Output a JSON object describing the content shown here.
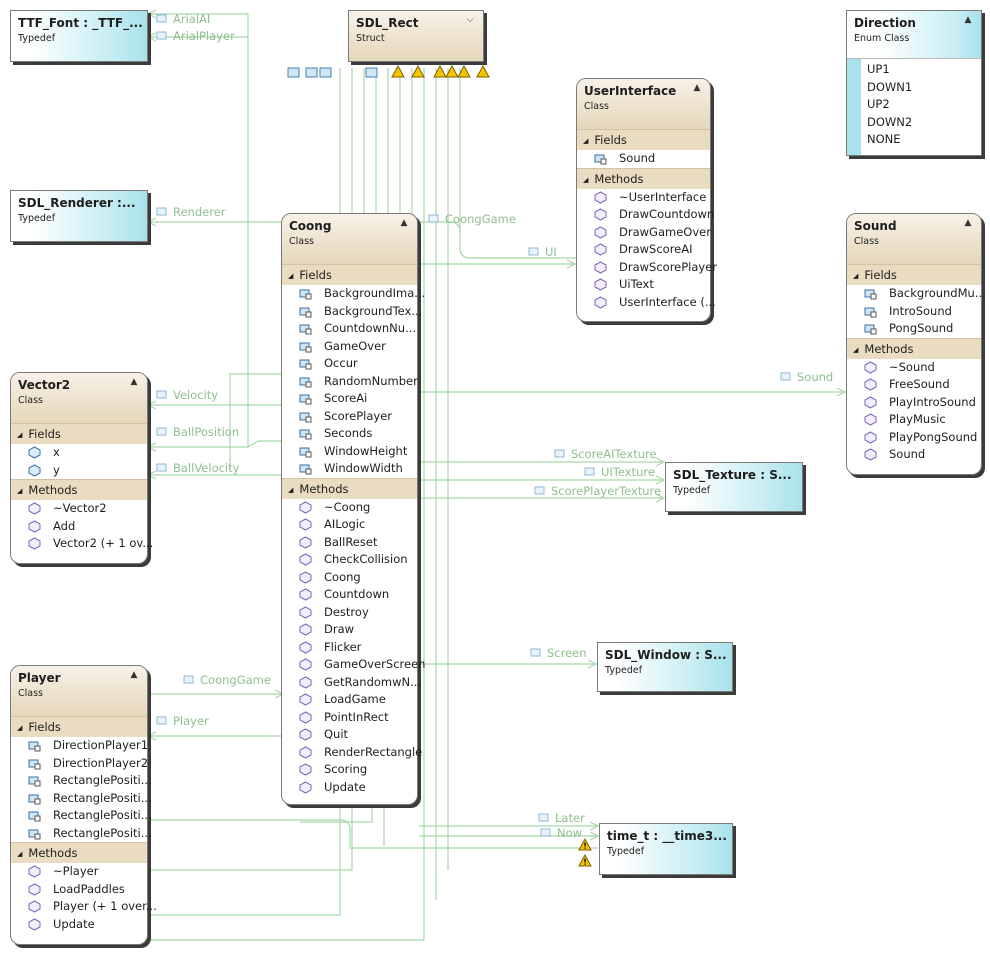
{
  "shapes": {
    "ttf_font": {
      "title": "TTF_Font : _TTF_...",
      "kind": "Typedef"
    },
    "sdl_rect": {
      "title": "SDL_Rect",
      "kind": "Struct"
    },
    "direction": {
      "title": "Direction",
      "kind": "Enum Class",
      "values": [
        "UP1",
        "DOWN1",
        "UP2",
        "DOWN2",
        "NONE"
      ]
    },
    "user_interface": {
      "title": "UserInterface",
      "kind": "Class",
      "fields_label": "Fields",
      "fields": [
        "Sound"
      ],
      "methods_label": "Methods",
      "methods": [
        "~UserInterface",
        "DrawCountdown",
        "DrawGameOver",
        "DrawScoreAI",
        "DrawScorePlayer",
        "UiText",
        "UserInterface  (..."
      ]
    },
    "sdl_renderer": {
      "title": "SDL_Renderer :...",
      "kind": "Typedef"
    },
    "coong": {
      "title": "Coong",
      "kind": "Class",
      "fields_label": "Fields",
      "fields": [
        "BackgroundIma...",
        "BackgroundTex...",
        "CountdownNu...",
        "GameOver",
        "Occur",
        "RandomNumber",
        "ScoreAi",
        "ScorePlayer",
        "Seconds",
        "WindowHeight",
        "WindowWidth"
      ],
      "methods_label": "Methods",
      "methods": [
        "~Coong",
        "AILogic",
        "BallReset",
        "CheckCollision",
        "Coong",
        "Countdown",
        "Destroy",
        "Draw",
        "Flicker",
        "GameOverScreen",
        "GetRandomwN...",
        "LoadGame",
        "PointInRect",
        "Quit",
        "RenderRectangle",
        "Scoring",
        "Update"
      ]
    },
    "sound": {
      "title": "Sound",
      "kind": "Class",
      "fields_label": "Fields",
      "fields": [
        "BackgroundMu...",
        "IntroSound",
        "PongSound"
      ],
      "methods_label": "Methods",
      "methods": [
        "~Sound",
        "FreeSound",
        "PlayIntroSound",
        "PlayMusic",
        "PlayPongSound",
        "Sound"
      ]
    },
    "vector2": {
      "title": "Vector2",
      "kind": "Class",
      "fields_label": "Fields",
      "fields": [
        "x",
        "y"
      ],
      "methods_label": "Methods",
      "methods": [
        "~Vector2",
        "Add",
        "Vector2  (+ 1 ov..."
      ]
    },
    "sdl_texture": {
      "title": "SDL_Texture : S...",
      "kind": "Typedef"
    },
    "sdl_window": {
      "title": "SDL_Window : S...",
      "kind": "Typedef"
    },
    "player": {
      "title": "Player",
      "kind": "Class",
      "fields_label": "Fields",
      "fields": [
        "DirectionPlayer1",
        "DirectionPlayer2",
        "RectanglePositi...",
        "RectanglePositi...",
        "RectanglePositi...",
        "RectanglePositi..."
      ],
      "methods_label": "Methods",
      "methods": [
        "~Player",
        "LoadPaddles",
        "Player  (+ 1 over...",
        "Update"
      ]
    },
    "time_t": {
      "title": "time_t : __time3...",
      "kind": "Typedef"
    }
  },
  "associations": {
    "arial_ai": "ArialAI",
    "arial_player": "ArialPlayer",
    "renderer": "Renderer",
    "coong_game_top": "CoongGame",
    "ui": "UI",
    "sound": "Sound",
    "velocity": "Velocity",
    "ball_position": "BallPosition",
    "ball_velocity": "BallVelocity",
    "score_ai_texture": "ScoreAITexture",
    "ui_texture": "UITexture",
    "score_player_texture": "ScorePlayerTexture",
    "screen": "Screen",
    "coong_game_player": "CoongGame",
    "player": "Player",
    "later": "Later",
    "now": "Now"
  }
}
